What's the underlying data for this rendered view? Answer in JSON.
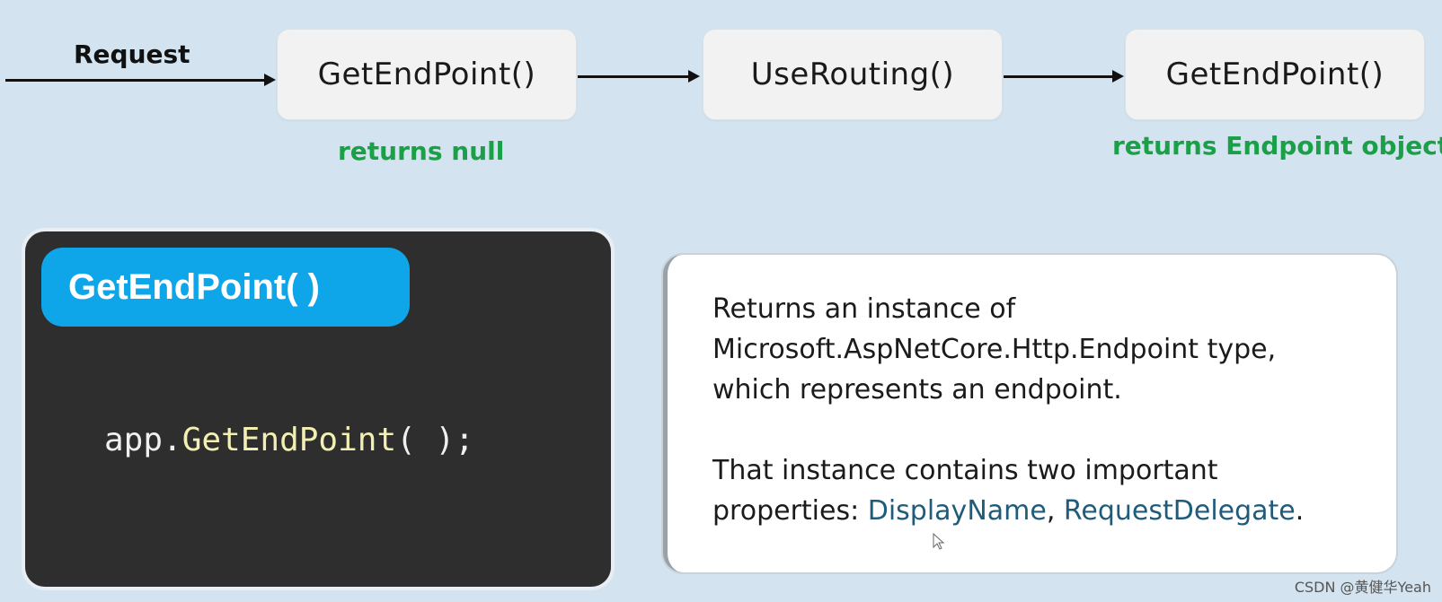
{
  "flow": {
    "request_label": "Request",
    "box1": "GetEndPoint()",
    "box2": "UseRouting()",
    "box3": "GetEndPoint()",
    "note1": "returns null",
    "note2": "returns Endpoint object"
  },
  "code_panel": {
    "badge": "GetEndPoint( )",
    "code_prefix": "app.",
    "code_method": "GetEndPoint",
    "code_suffix": "( );"
  },
  "info_panel": {
    "line1": "Returns an instance of",
    "line2": "Microsoft.AspNetCore.Http.Endpoint type,",
    "line3": "which represents an endpoint.",
    "line4": "That instance contains two important",
    "line5_prefix": "properties: ",
    "prop1": "DisplayName",
    "separator": ", ",
    "prop2": "RequestDelegate",
    "line5_suffix": "."
  },
  "watermark": "CSDN @黄健华Yeah",
  "colors": {
    "background": "#d3e4f0",
    "green_note": "#1aa046",
    "badge": "#0ea5e9",
    "code_panel": "#2e2e2e",
    "property_text": "#1f5b7a"
  }
}
